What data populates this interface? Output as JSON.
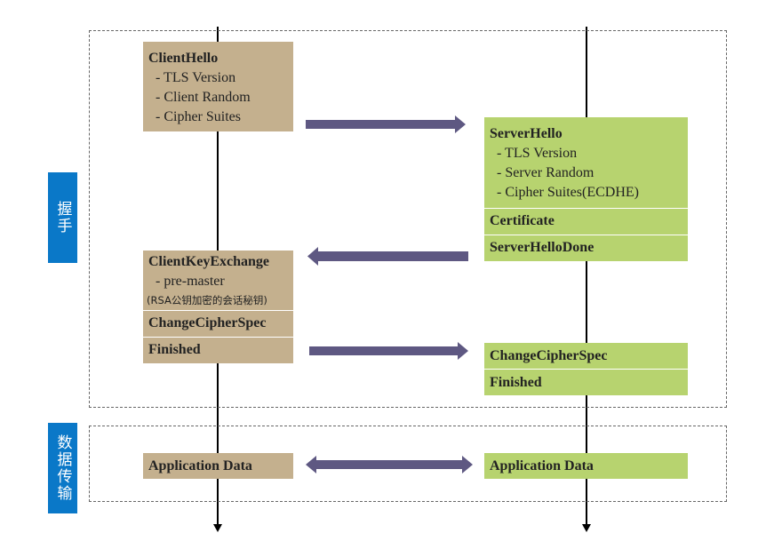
{
  "phases": {
    "handshake": "握手",
    "data_transfer": "数据传输"
  },
  "client": {
    "client_hello": {
      "title": "ClientHello",
      "items": [
        "- TLS Version",
        "- Client Random",
        "- Cipher Suites"
      ]
    },
    "client_key_exchange": {
      "title": "ClientKeyExchange",
      "items": [
        "- pre-master"
      ],
      "note": "(RSA公钥加密的会话秘钥)"
    },
    "change_cipher_spec": "ChangeCipherSpec",
    "finished": "Finished",
    "application_data": "Application Data"
  },
  "server": {
    "server_hello": {
      "title": "ServerHello",
      "items": [
        "- TLS Version",
        "- Server Random",
        "- Cipher Suites(ECDHE)"
      ]
    },
    "certificate": "Certificate",
    "server_hello_done": "ServerHelloDone",
    "change_cipher_spec": "ChangeCipherSpec",
    "finished": "Finished",
    "application_data": "Application Data"
  },
  "colors": {
    "client_block": "#c4b08e",
    "server_block": "#b7d36f",
    "arrow": "#5e5882",
    "phase_label": "#0a78c8"
  }
}
